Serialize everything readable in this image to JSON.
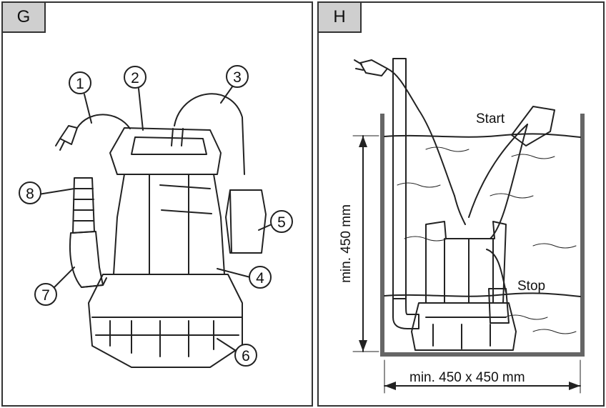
{
  "panels": {
    "g": {
      "tab_label": "G",
      "callouts": [
        "1",
        "2",
        "3",
        "4",
        "5",
        "6",
        "7",
        "8"
      ]
    },
    "h": {
      "tab_label": "H",
      "start_label": "Start",
      "stop_label": "Stop",
      "height_label": "min. 450 mm",
      "width_label": "min. 450 x 450 mm"
    }
  },
  "colors": {
    "frame": "#333333",
    "tab_fill": "#cfcfcf",
    "line": "#222222",
    "wall": "#555555"
  }
}
